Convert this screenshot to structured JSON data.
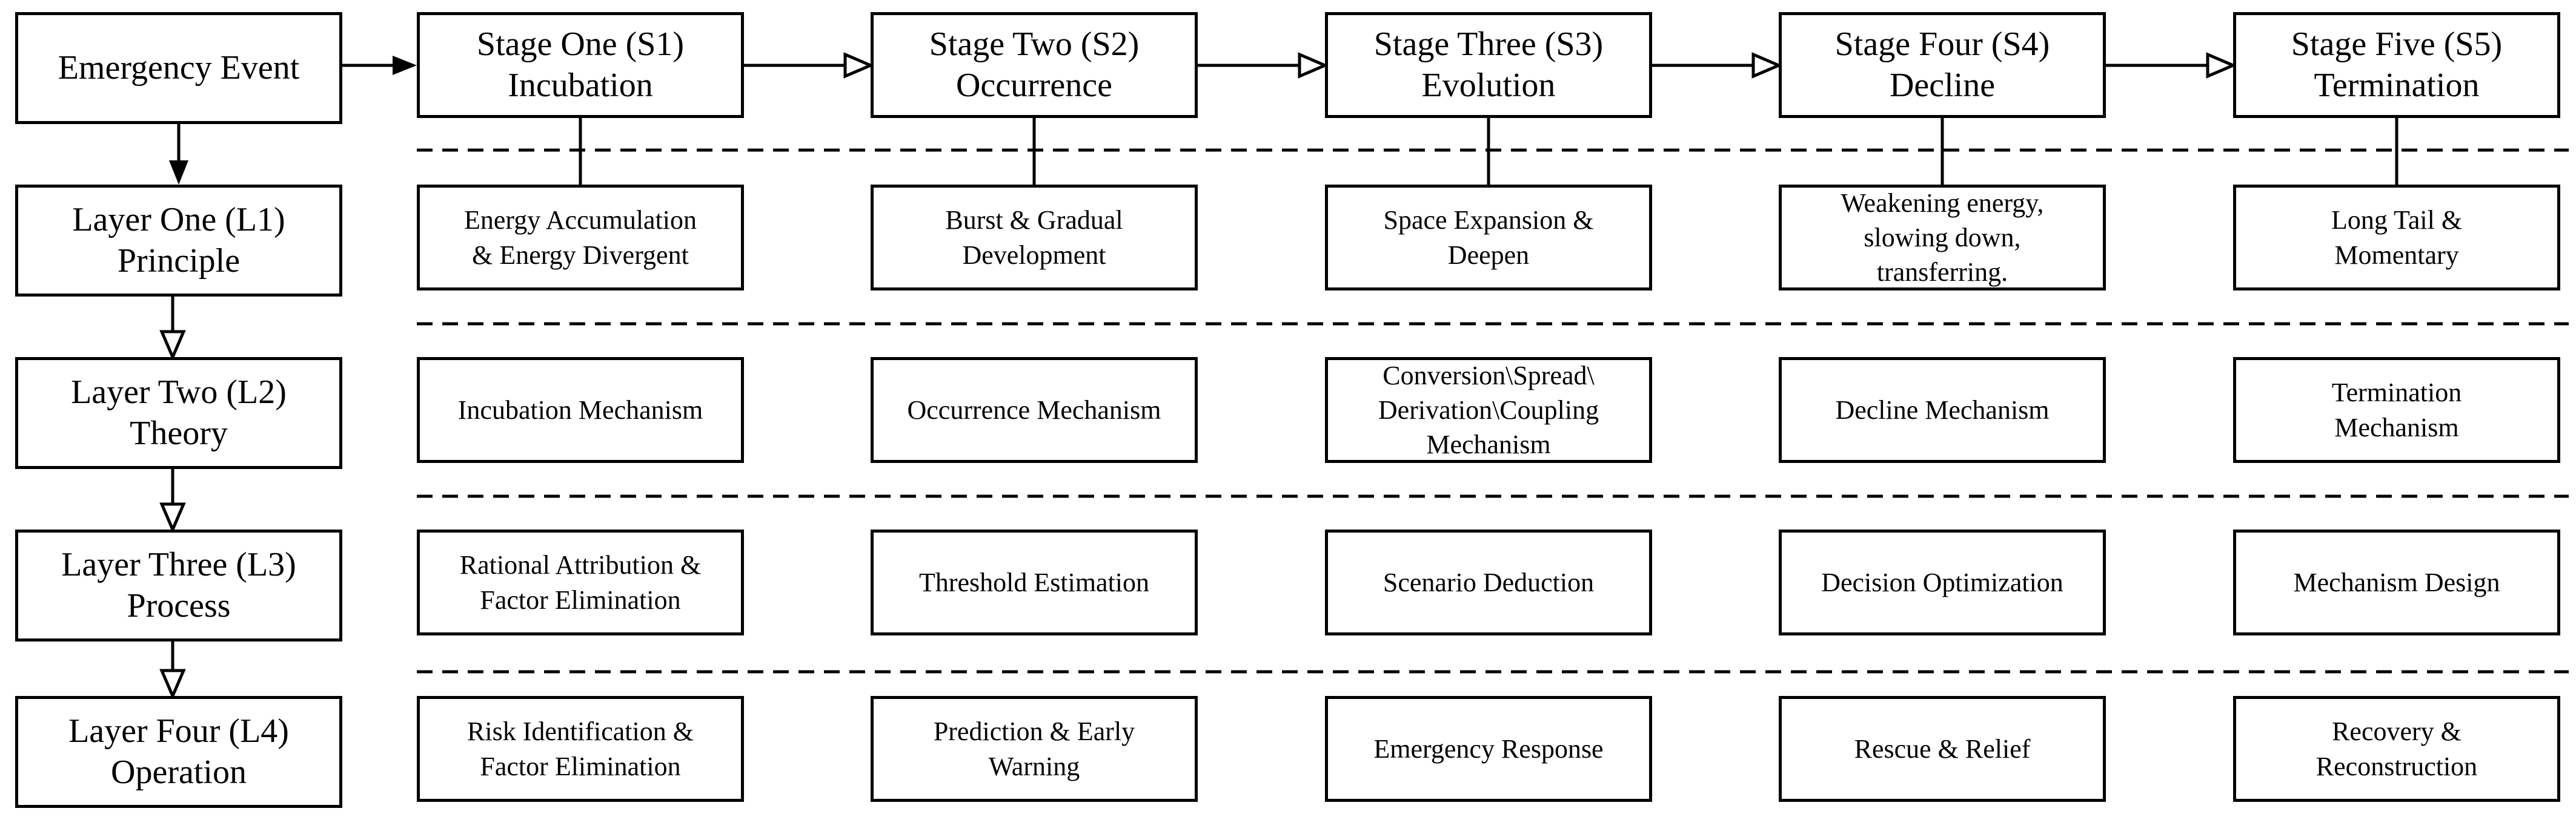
{
  "event": "Emergency Event",
  "stages": [
    "Stage One (S1)\nIncubation",
    "Stage Two (S2)\nOccurrence",
    "Stage Three (S3)\nEvolution",
    "Stage Four (S4)\nDecline",
    "Stage Five (S5)\nTermination"
  ],
  "layers": [
    "Layer One (L1)\nPrinciple",
    "Layer Two (L2)\nTheory",
    "Layer Three (L3)\nProcess",
    "Layer Four (L4)\nOperation"
  ],
  "cells": [
    [
      "Energy Accumulation\n& Energy Divergent",
      "Burst & Gradual\nDevelopment",
      "Space Expansion &\nDeepen",
      "Weakening energy,\nslowing down,\ntransferring.",
      "Long Tail &\nMomentary"
    ],
    [
      "Incubation Mechanism",
      "Occurrence Mechanism",
      "Conversion\\Spread\\\nDerivation\\Coupling\nMechanism",
      "Decline Mechanism",
      "Termination\nMechanism"
    ],
    [
      "Rational Attribution &\nFactor Elimination",
      "Threshold Estimation",
      "Scenario Deduction",
      "Decision Optimization",
      "Mechanism Design"
    ],
    [
      "Risk Identification &\nFactor Elimination",
      "Prediction & Early\nWarning",
      "Emergency Response",
      "Rescue & Relief",
      "Recovery &\nReconstruction"
    ]
  ]
}
